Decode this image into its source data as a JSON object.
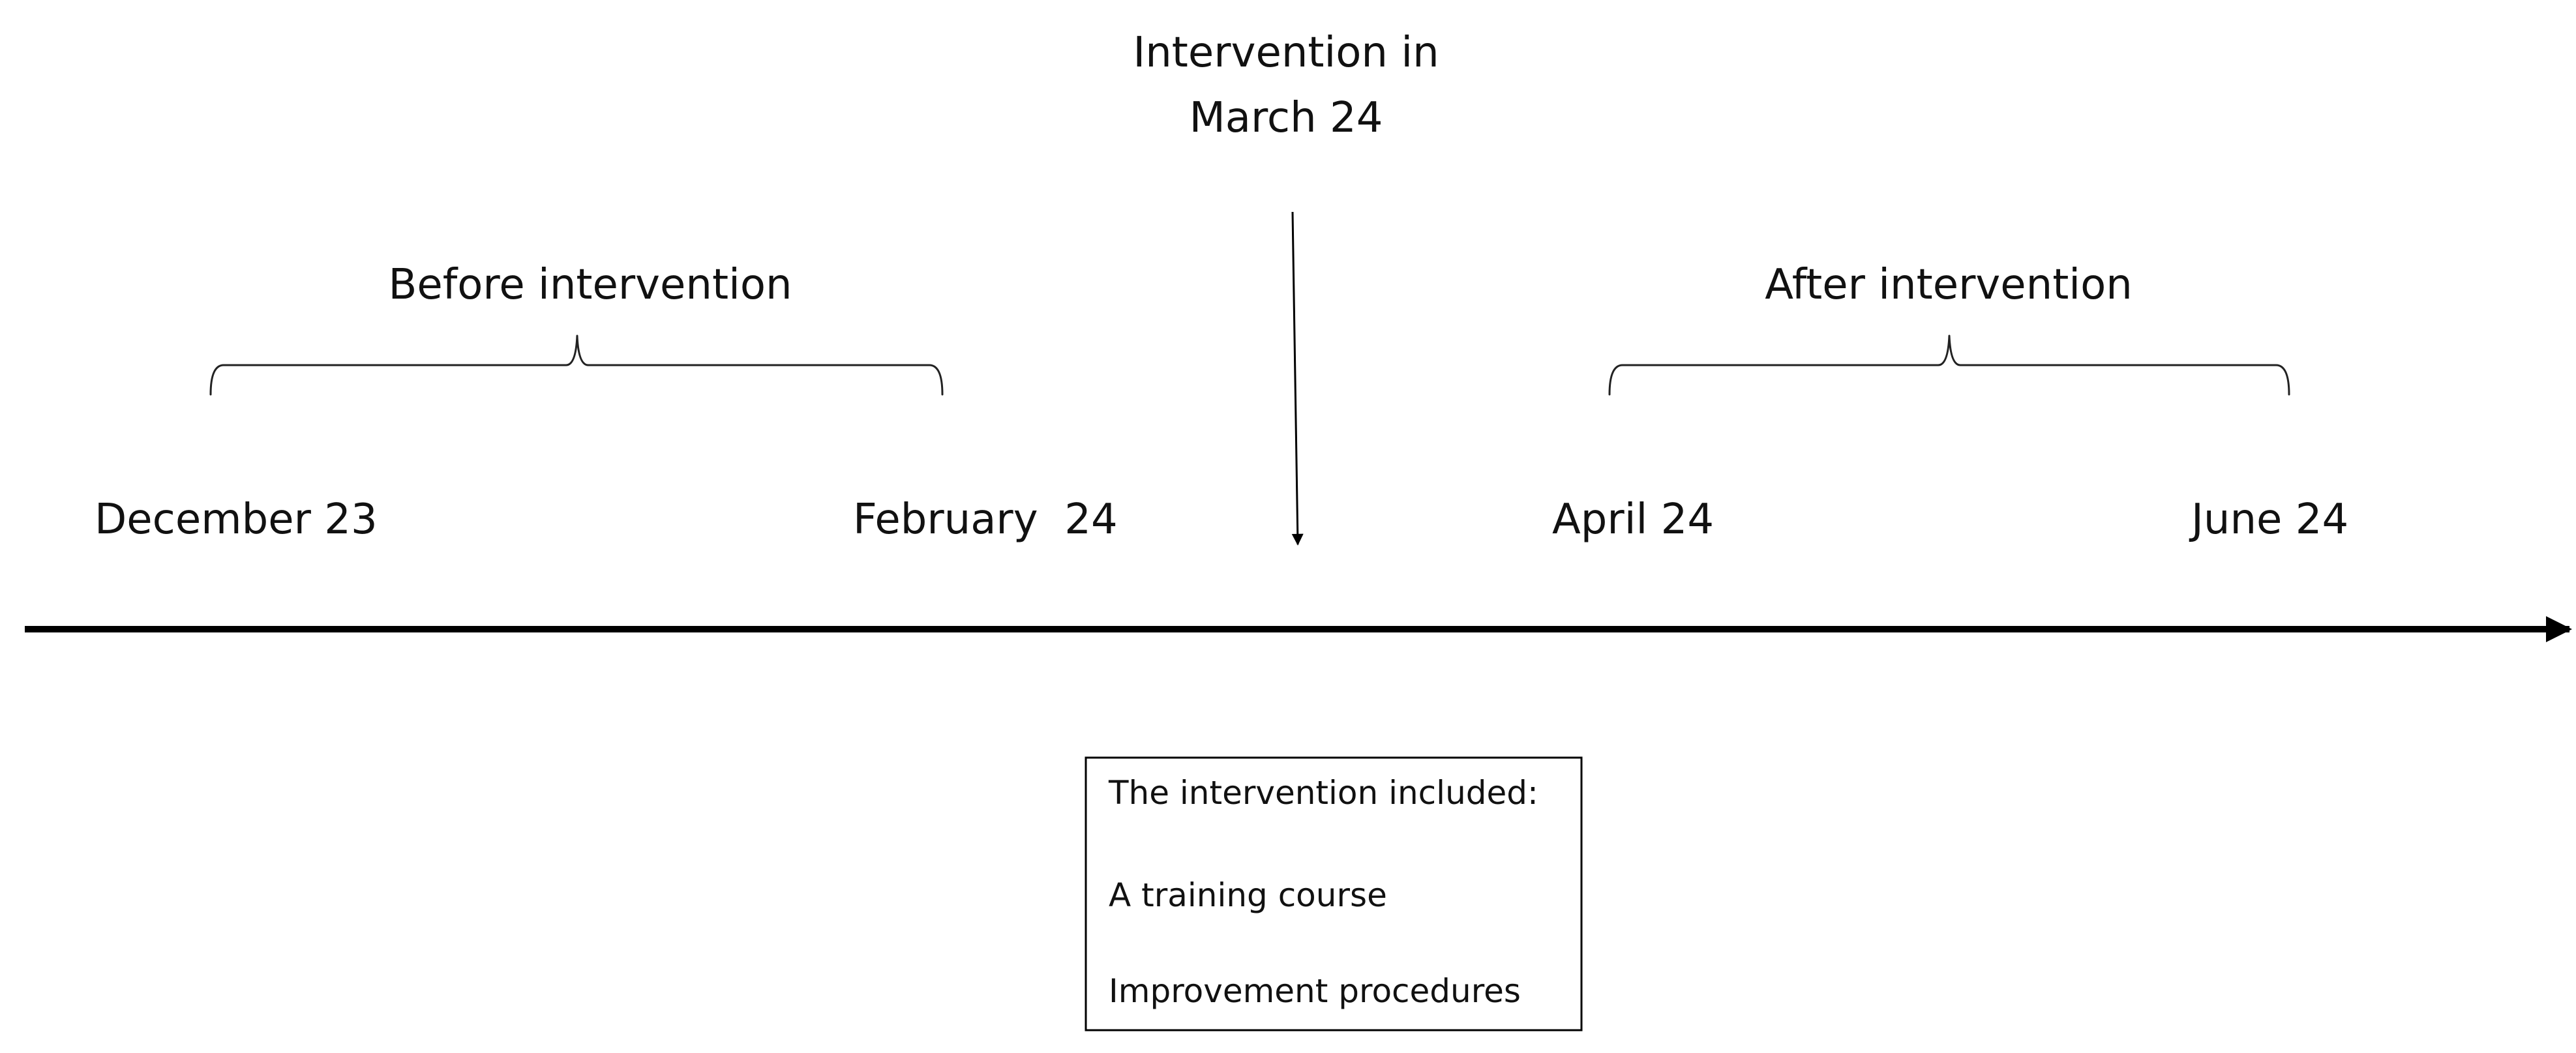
{
  "intervention": {
    "line1": "Intervention in",
    "line2": "March 24"
  },
  "periods": {
    "before": "Before intervention",
    "after": "After intervention"
  },
  "dates": {
    "dec23": "December 23",
    "feb24": "February  24",
    "apr24": "April 24",
    "jun24": "June 24"
  },
  "box": {
    "heading": "The intervention included:",
    "item1": "A training course",
    "item2": "Improvement procedures"
  }
}
